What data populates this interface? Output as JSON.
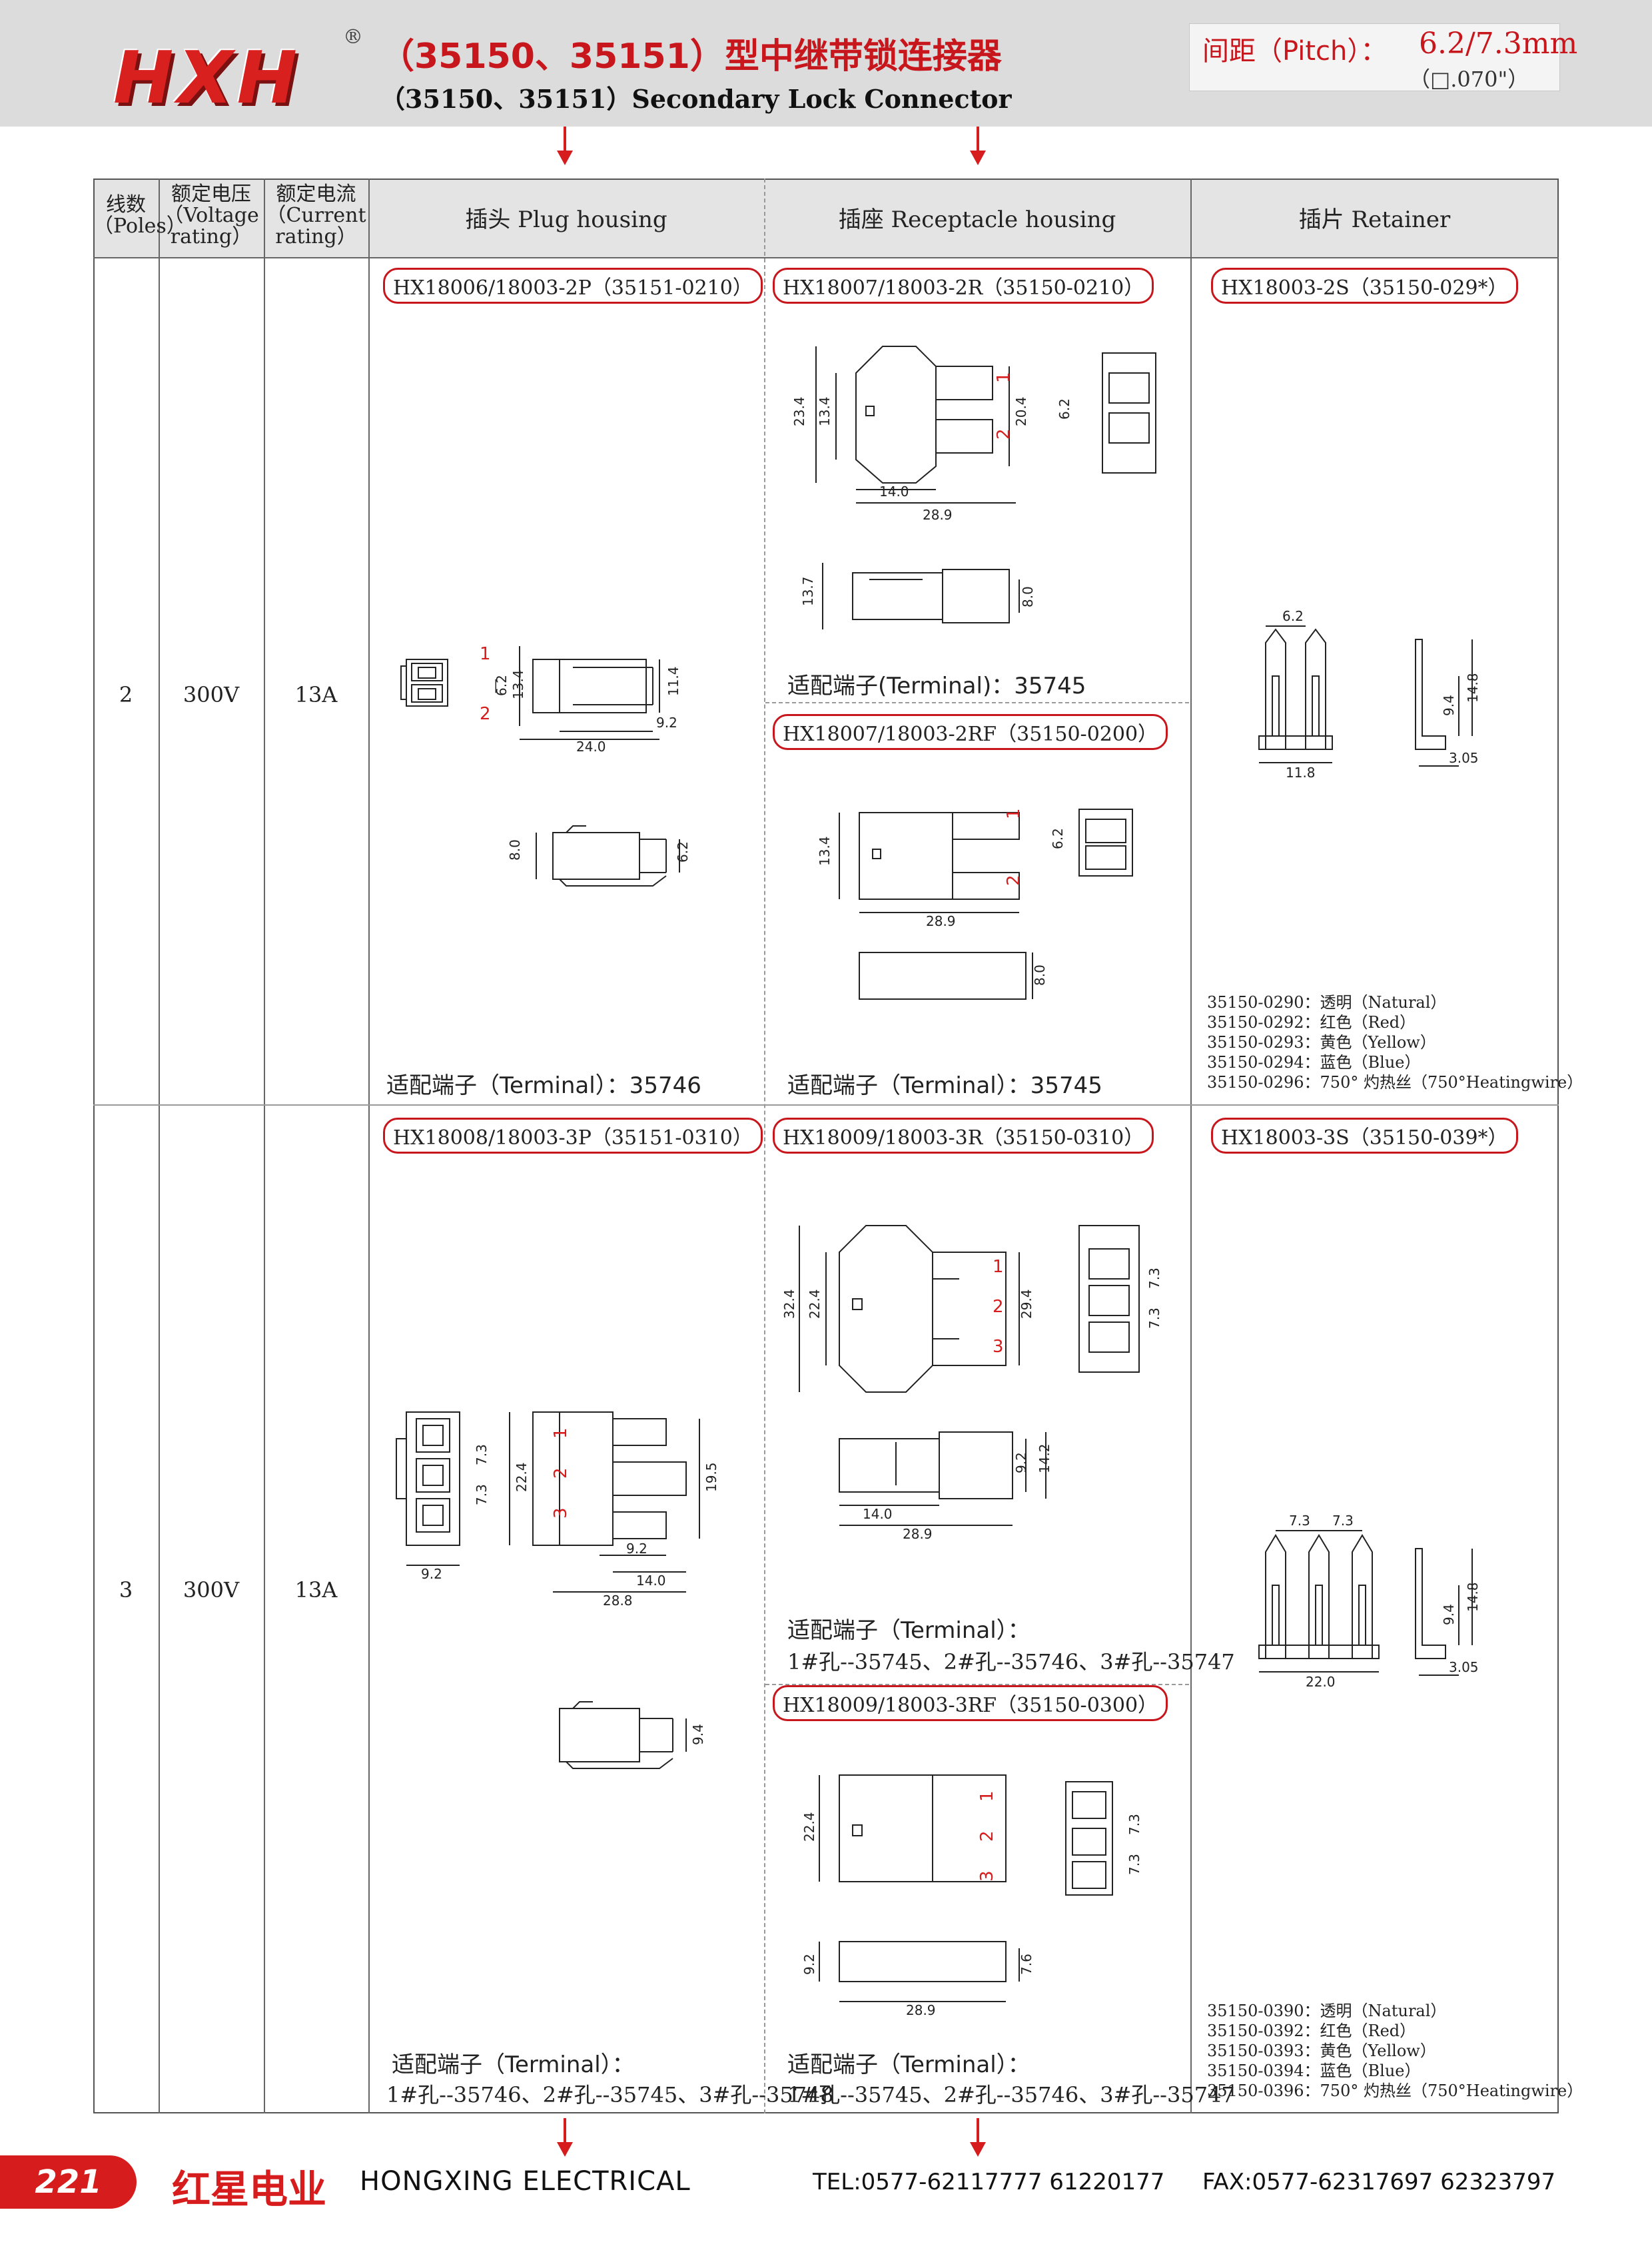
{
  "header": {
    "logo": "HXH",
    "registered_mark": "®",
    "title_cn": "（35150、35151）型中继带锁连接器",
    "title_en": "（35150、35151）Secondary Lock Connector",
    "pitch_label": "间距（Pitch）：",
    "pitch_value": "6.2/7.3mm",
    "pitch_sub": "（□.070\"）"
  },
  "table": {
    "headers": {
      "poles": [
        "线数",
        "（Poles）"
      ],
      "voltage": [
        "额定电压",
        "（Voltage",
        "rating）"
      ],
      "current": [
        "额定电流",
        "（Current",
        "rating）"
      ],
      "plug": "插头  Plug housing",
      "receptacle": "插座  Receptacle housing",
      "retainer": "插片  Retainer"
    },
    "rows": [
      {
        "poles": "2",
        "voltage": "300V",
        "current": "13A",
        "plug_part": "HX18006/18003-2P（35151-0210）",
        "plug_terminal": "适配端子（Terminal）：35746",
        "receptacle_part": "HX18007/18003-2R（35150-0210）",
        "receptacle_terminal": "适配端子(Terminal)：35745",
        "receptacle_part_rf": "HX18007/18003-2RF（35150-0200）",
        "receptacle_rf_terminal": "适配端子（Terminal）：35745",
        "retainer_part": "HX18003-2S（35150-029*）",
        "retainer_colors": [
          "35150-0290：透明（Natural）",
          "35150-0292：红色（Red）",
          "35150-0293：黄色（Yellow）",
          "35150-0294：蓝色（Blue）",
          "35150-0296：750° 灼热丝（750°Heatingwire）"
        ],
        "dims": {
          "plug": [
            "6.2",
            "13.4",
            "11.4",
            "9.2",
            "24.0",
            "8.0",
            "6.2"
          ],
          "plug_pins": [
            "1",
            "2"
          ],
          "rec": [
            "23.4",
            "13.4",
            "20.4",
            "14.0",
            "28.9",
            "6.2",
            "13.7",
            "8.0"
          ],
          "rec_pins": [
            "1",
            "2"
          ],
          "rf": [
            "13.4",
            "28.9",
            "6.2",
            "8.0"
          ],
          "ret": [
            "6.2",
            "11.8",
            "9.4",
            "14.8",
            "3.05"
          ]
        }
      },
      {
        "poles": "3",
        "voltage": "300V",
        "current": "13A",
        "plug_part": "HX18008/18003-3P（35151-0310）",
        "plug_terminal_label": "适配端子（Terminal）：",
        "plug_terminal": "1#孔--35746、2#孔--35745、3#孔--35748",
        "receptacle_part": "HX18009/18003-3R（35150-0310）",
        "receptacle_terminal_label": "适配端子（Terminal）：",
        "receptacle_terminal": "1#孔--35745、2#孔--35746、3#孔--35747",
        "receptacle_part_rf": "HX18009/18003-3RF（35150-0300）",
        "receptacle_rf_terminal_label": "适配端子（Terminal）：",
        "receptacle_rf_terminal": "1#孔--35745、2#孔--35746、3#孔--35747",
        "retainer_part": "HX18003-3S（35150-039*）",
        "retainer_colors": [
          "35150-0390：透明（Natural）",
          "35150-0392：红色（Red）",
          "35150-0393：黄色（Yellow）",
          "35150-0394：蓝色（Blue）",
          "35150-0396：750° 灼热丝（750°Heatingwire）"
        ],
        "dims": {
          "plug": [
            "7.3",
            "7.3",
            "9.2",
            "22.4",
            "19.5",
            "9.2",
            "14.0",
            "28.8",
            "9.4"
          ],
          "plug_pins": [
            "1",
            "2",
            "3"
          ],
          "rec": [
            "32.4",
            "22.4",
            "29.4",
            "7.3",
            "7.3",
            "9.2",
            "14.2",
            "14.0",
            "28.9"
          ],
          "rec_pins": [
            "1",
            "2",
            "3"
          ],
          "rf": [
            "22.4",
            "7.3",
            "7.3",
            "9.2",
            "7.6",
            "28.9"
          ],
          "rf_pins": [
            "1",
            "2",
            "3"
          ],
          "ret": [
            "7.3",
            "7.3",
            "22.0",
            "9.4",
            "14.8",
            "3.05"
          ]
        }
      }
    ]
  },
  "footer": {
    "page_number": "221",
    "company_cn": "红星电业",
    "company_en": "HONGXING ELECTRICAL",
    "tel": "TEL:0577-62117777   61220177",
    "fax": "FAX:0577-62317697   62323797"
  },
  "colors": {
    "accent_red": "#d61c1c",
    "header_bg": "#dcdcdc"
  }
}
